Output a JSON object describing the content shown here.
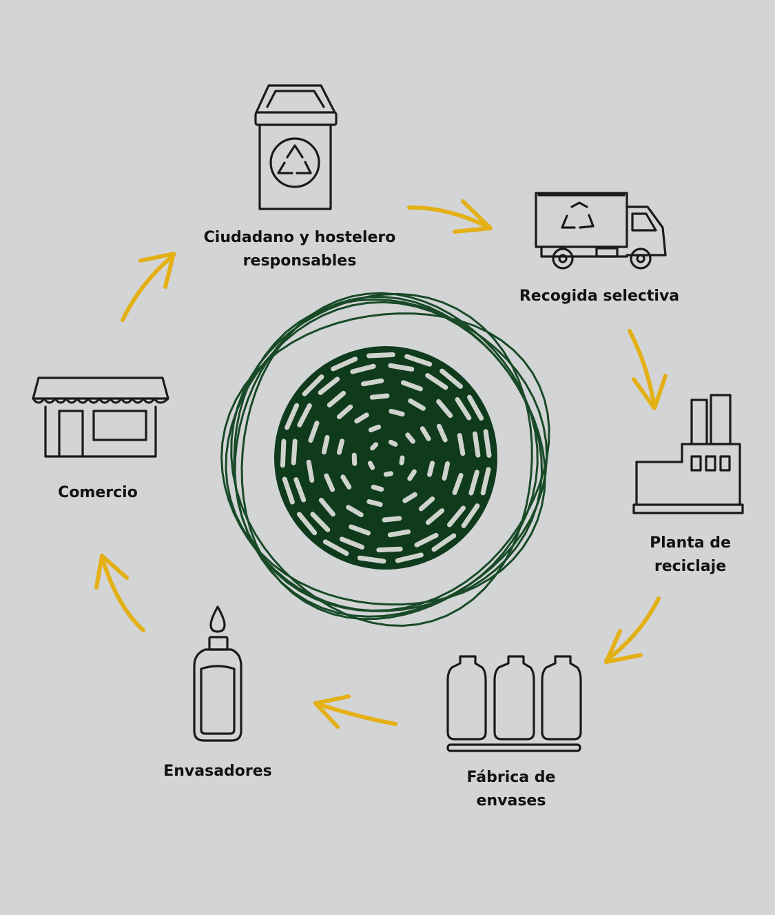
{
  "colors": {
    "background": "#d3d4d6",
    "ink": "#1a1a1a",
    "arrow": "#e3b016",
    "globe": "#0f3a1c",
    "globe_scribble": "#184a27",
    "globe_dash": "#cfd3cd"
  },
  "steps": [
    {
      "id": "citizen",
      "icon": "recycle-bin-icon",
      "lines": [
        "Ciudadano y hostelero",
        "responsables"
      ]
    },
    {
      "id": "collection",
      "icon": "garbage-truck-icon",
      "lines": [
        "Recogida selectiva"
      ]
    },
    {
      "id": "plant",
      "icon": "factory-icon",
      "lines": [
        "Planta de",
        "reciclaje"
      ]
    },
    {
      "id": "container-factory",
      "icon": "bottles-icon",
      "lines": [
        "Fábrica de",
        "envases"
      ]
    },
    {
      "id": "packers",
      "icon": "bottle-drop-icon",
      "lines": [
        "Envasadores"
      ]
    },
    {
      "id": "commerce",
      "icon": "shop-icon",
      "lines": [
        "Comercio"
      ]
    }
  ]
}
